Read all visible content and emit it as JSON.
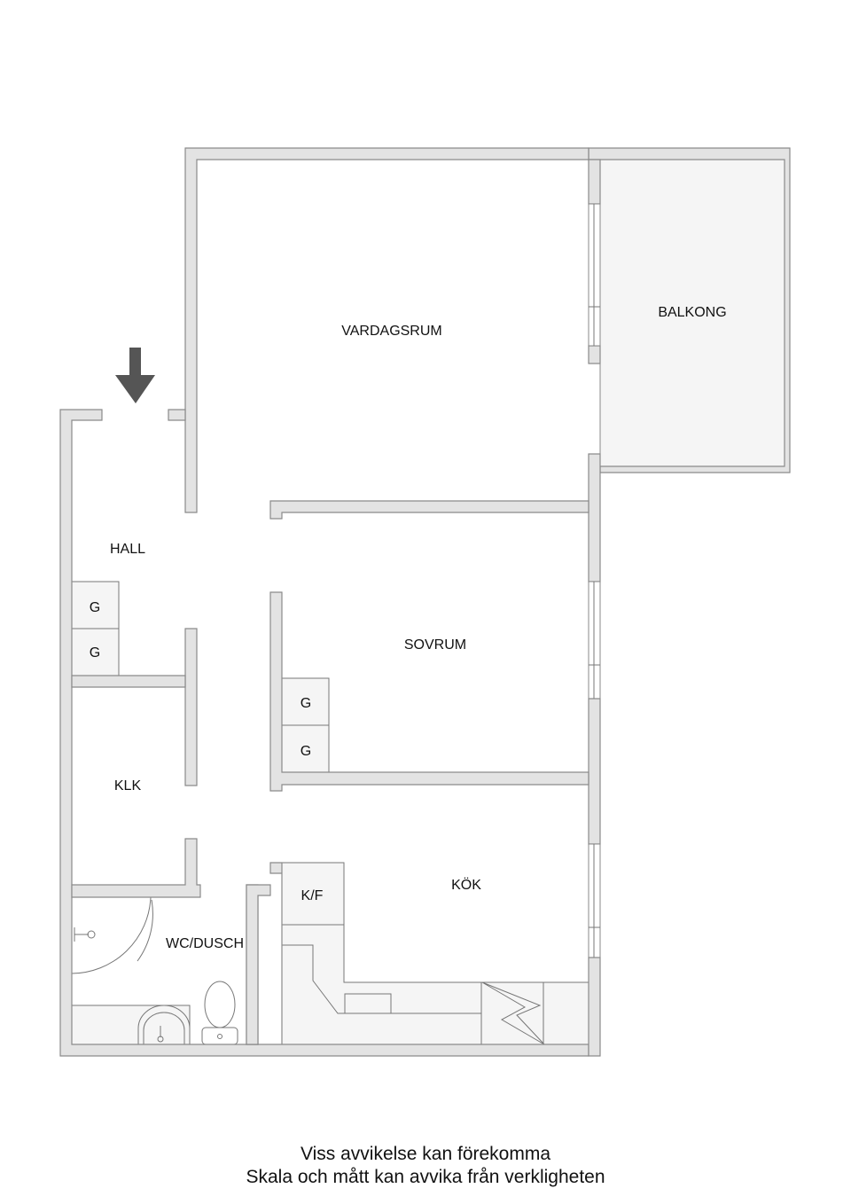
{
  "floorplan": {
    "rooms": {
      "vardagsrum": "VARDAGSRUM",
      "balkong": "BALKONG",
      "hall": "HALL",
      "sovrum": "SOVRUM",
      "klk": "KLK",
      "wc_dusch": "WC/DUSCH",
      "kok": "KÖK"
    },
    "fixtures": {
      "hall_wardrobe_1": "G",
      "hall_wardrobe_2": "G",
      "sovrum_wardrobe_1": "G",
      "sovrum_wardrobe_2": "G",
      "fridge_freezer": "K/F"
    },
    "entrance_arrow": "entrance-arrow-icon",
    "colors": {
      "wall_fill": "#e3e3e3",
      "wall_stroke": "#8a8a8a",
      "fixture_fill": "#f5f5f5",
      "arrow": "#555555"
    }
  },
  "footer": {
    "line1": "Viss avvikelse kan förekomma",
    "line2": "Skala och mått kan avvika från verkligheten"
  }
}
